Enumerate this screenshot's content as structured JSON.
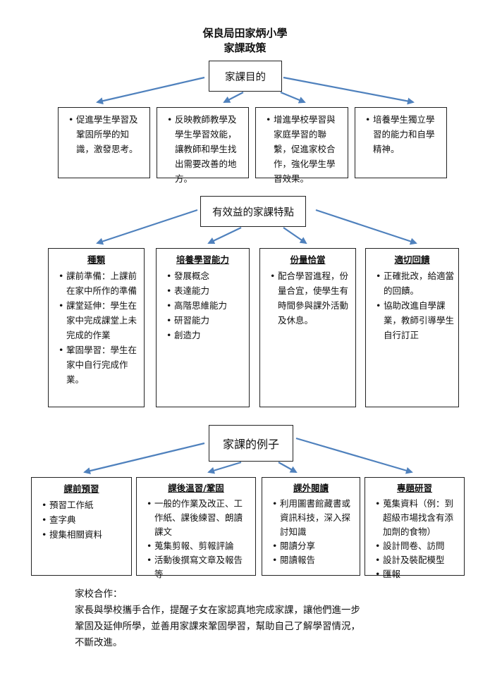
{
  "header": {
    "school": "保良局田家炳小學",
    "policy": "家課政策"
  },
  "purpose": {
    "title": "家課目的",
    "boxes": [
      {
        "items": [
          "促進學生學習及鞏固所學的知識，激發思考。"
        ]
      },
      {
        "items": [
          "反映教師教學及學生學習效能，讓教師和學生找出需要改善的地方。"
        ]
      },
      {
        "items": [
          "增進學校學習與家庭學習的聯繫，促進家校合作，強化學生學習效果。"
        ]
      },
      {
        "items": [
          "培養學生獨立學習的能力和自學精神。"
        ]
      }
    ]
  },
  "features": {
    "title": "有效益的家課特點",
    "boxes": [
      {
        "heading": "種類",
        "items": [
          "課前準備：上課前在家中所作的準備",
          "課堂延伸：學生在家中完成課堂上未完成的作業",
          "鞏固學習：學生在家中自行完成作業。"
        ]
      },
      {
        "heading": "培養學習能力",
        "items": [
          "發展概念",
          "表達能力",
          "高階思維能力",
          "研習能力",
          "創造力"
        ]
      },
      {
        "heading": "份量恰當",
        "items": [
          "配合學習進程，份量合宜，使學生有時間參與課外活動及休息。"
        ]
      },
      {
        "heading": "適切回饋",
        "items": [
          "正確批改，給適當的回饋。",
          "協助改進自學課業，教師引導學生自行訂正"
        ]
      }
    ]
  },
  "examples": {
    "title": "家課的例子",
    "boxes": [
      {
        "heading": "課前預習",
        "items": [
          "預習工作紙",
          "查字典",
          "搜集相關資料"
        ]
      },
      {
        "heading": "課後溫習/鞏固",
        "items": [
          "一般的作業及改正、工作紙、課後練習、朗讀課文",
          "蒐集剪報、剪報評論",
          "活動後撰寫文章及報告等"
        ]
      },
      {
        "heading": "課外閱讀",
        "items": [
          "利用圖書館藏書或資訊科技，深入探討知識",
          "閱讀分享",
          "閱讀報告"
        ]
      },
      {
        "heading": "專題研習",
        "items": [
          "蒐集資料（例：到超級市場找含有添加劑的食物）",
          "設計問卷、訪問",
          "設計及裝配模型",
          "匯報"
        ]
      }
    ]
  },
  "cooperation": {
    "label": "家校合作：",
    "lines": [
      "家長與學校攜手合作，提醒子女在家認真地完成家課，讓他們進一步",
      "鞏固及延伸所學，並善用家課來鞏固學習，幫助自己了解學習情況，",
      "不斷改進。"
    ]
  },
  "colors": {
    "arrow": "#4f81bd",
    "border": "#222222"
  }
}
